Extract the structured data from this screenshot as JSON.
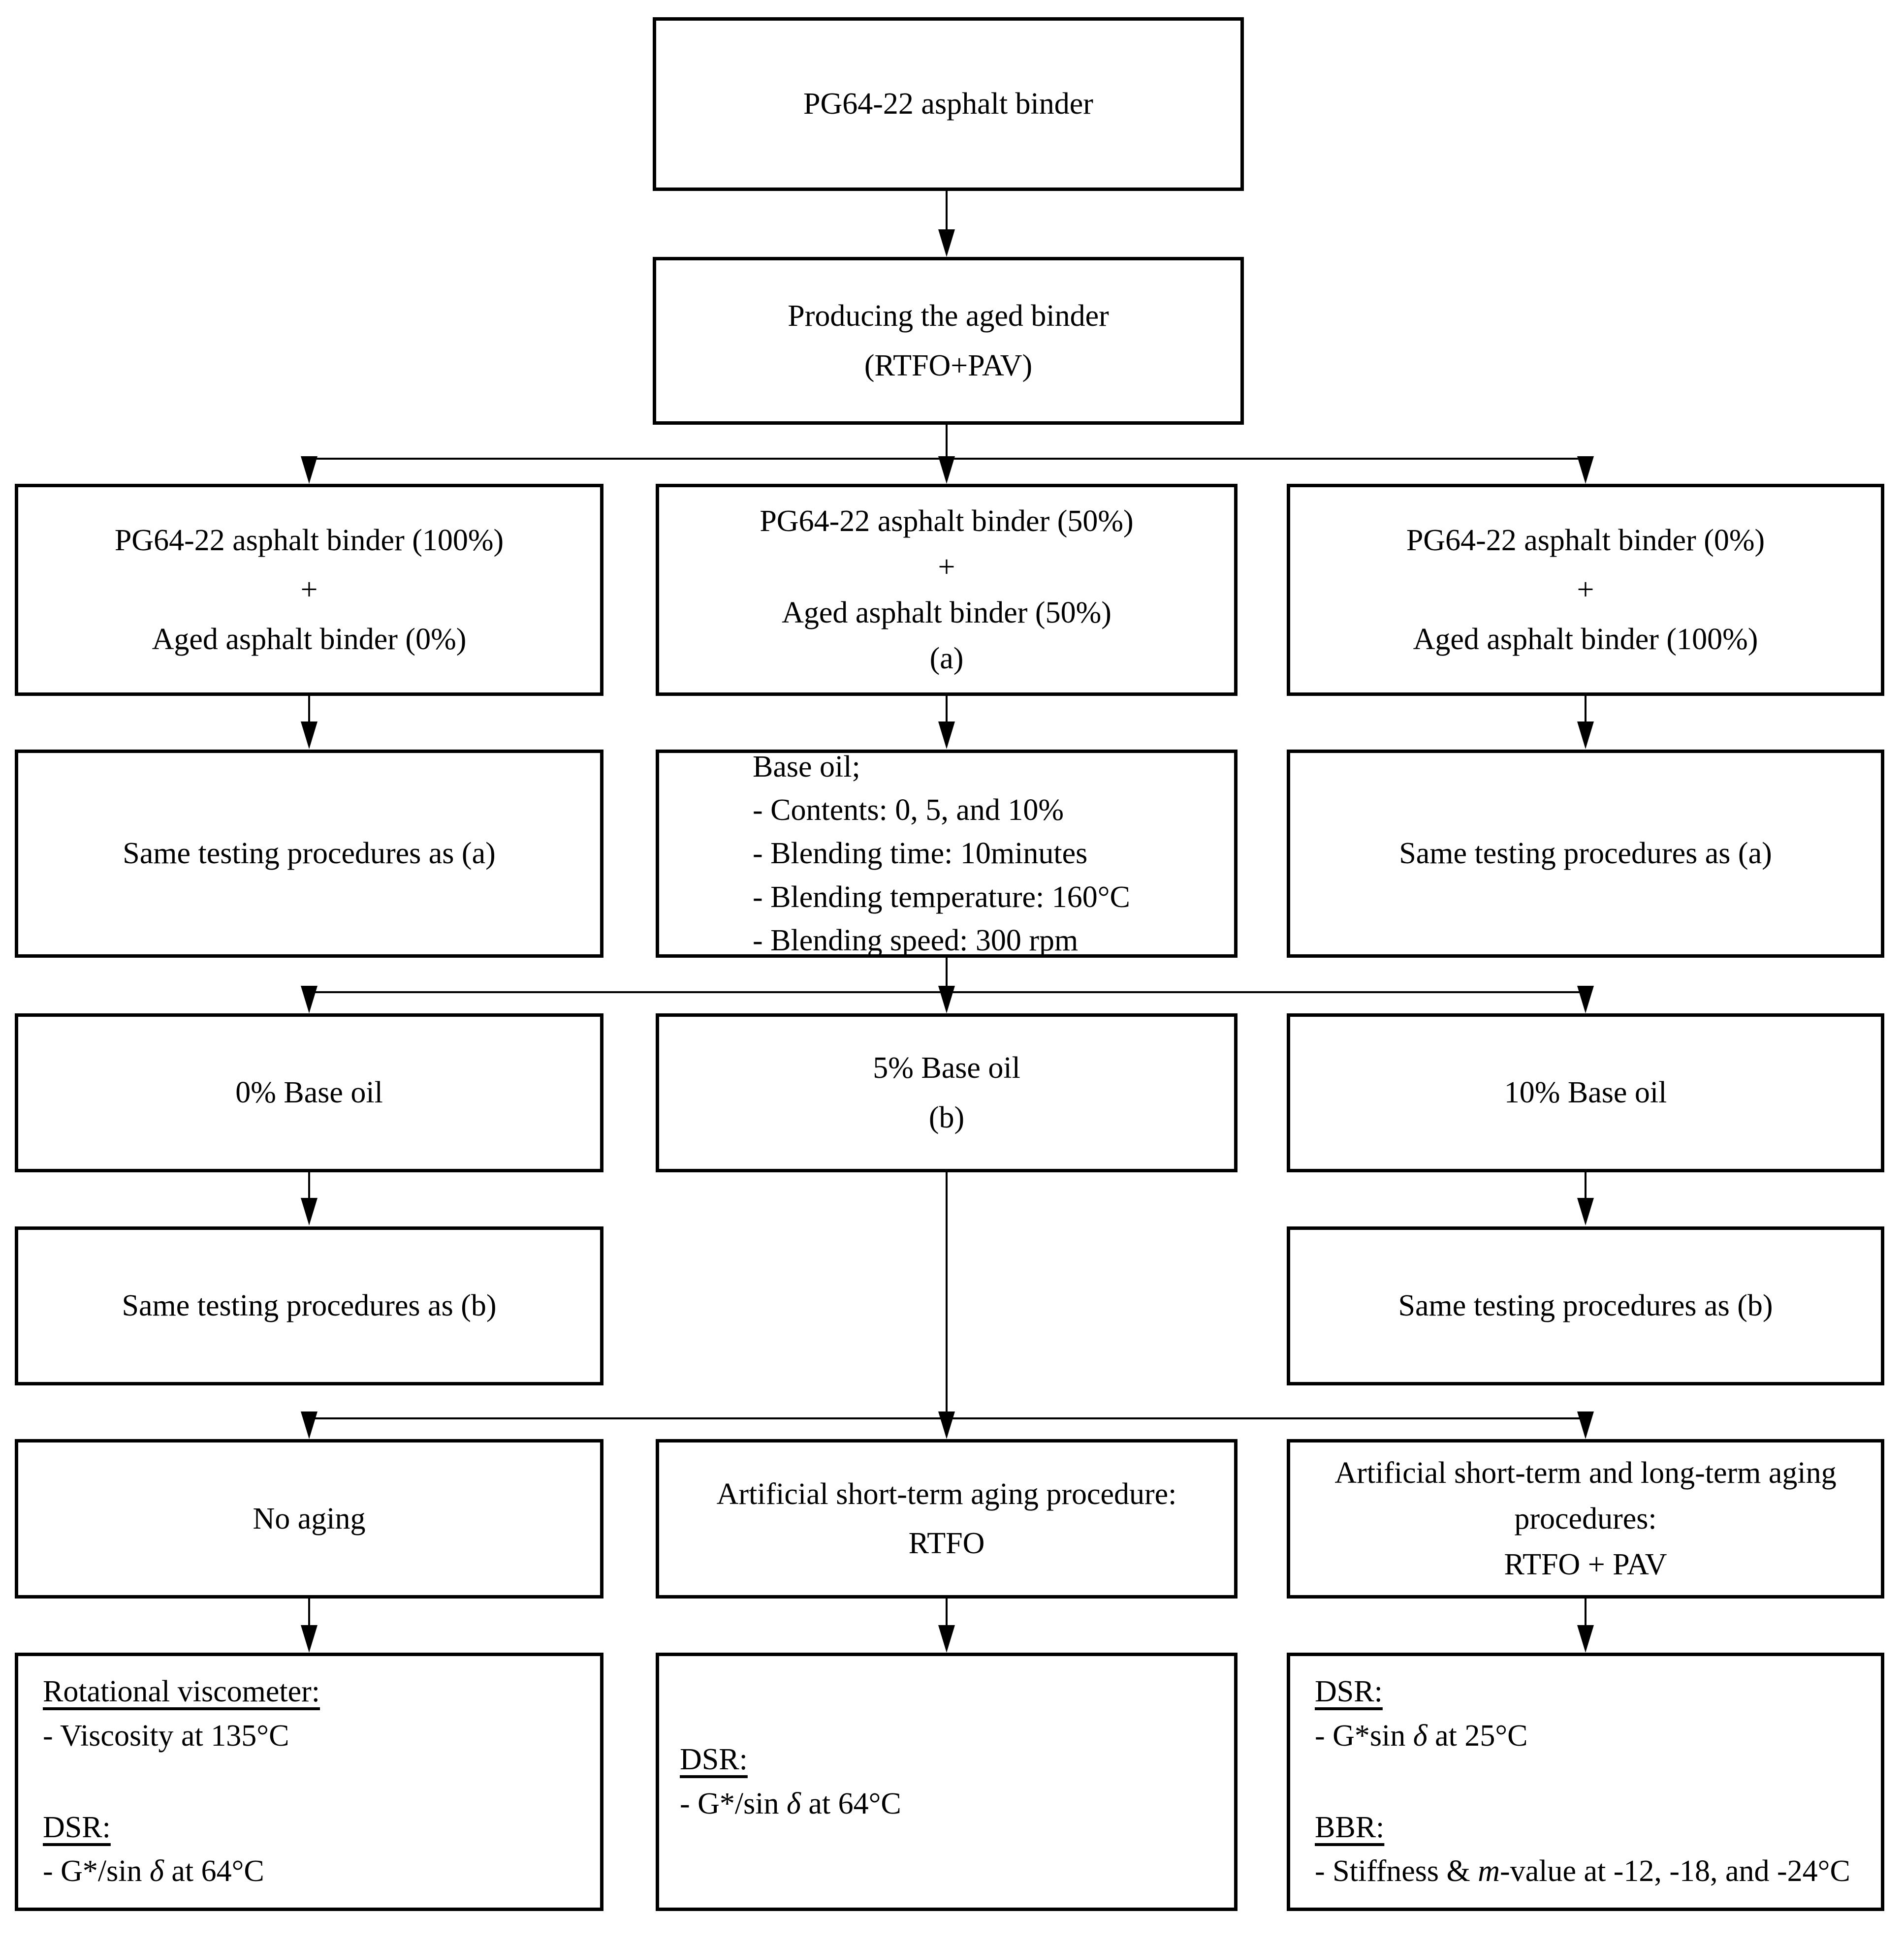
{
  "flowchart": {
    "root": {
      "line1": "PG64-22 asphalt binder"
    },
    "aged_binder": {
      "line1": "Producing the aged binder",
      "line2": "(RTFO+PAV)"
    },
    "blend_100_0": {
      "line1": "PG64-22 asphalt binder (100%)",
      "line2": "+",
      "line3": "Aged asphalt binder (0%)"
    },
    "blend_50_50": {
      "line1": "PG64-22 asphalt binder (50%)",
      "line2": "+",
      "line3": "Aged asphalt binder (50%)",
      "line4": "(a)"
    },
    "blend_0_100": {
      "line1": "PG64-22 asphalt binder (0%)",
      "line2": "+",
      "line3": "Aged asphalt binder (100%)"
    },
    "same_as_a_left": {
      "line1": "Same testing procedures as (a)"
    },
    "base_oil": {
      "title": "Base oil;",
      "items": [
        "- Contents: 0, 5, and 10%",
        "- Blending time: 10minutes",
        "- Blending temperature: 160°C",
        "- Blending speed: 300 rpm"
      ]
    },
    "same_as_a_right": {
      "line1": "Same testing procedures as (a)"
    },
    "oil_0": {
      "line1": "0% Base oil"
    },
    "oil_5": {
      "line1": "5% Base oil",
      "line2": "(b)"
    },
    "oil_10": {
      "line1": "10% Base oil"
    },
    "same_as_b_left": {
      "line1": "Same testing procedures as (b)"
    },
    "same_as_b_right": {
      "line1": "Same testing procedures as (b)"
    },
    "no_aging": {
      "line1": "No aging"
    },
    "rtfo_aging": {
      "line1": "Artificial short-term aging procedure:",
      "line2": "RTFO"
    },
    "rtfo_pav_aging": {
      "line1": "Artificial short-term and long-term aging",
      "line2": "procedures:",
      "line3": "RTFO + PAV"
    },
    "tests_no_aging": {
      "heading1": "Rotational viscometer:",
      "item1": "- Viscosity at 135°C",
      "heading2": "DSR:",
      "item2_pre": "- G*/sin ",
      "item2_delta": "δ",
      "item2_post": " at 64°C"
    },
    "tests_rtfo": {
      "heading1": "DSR:",
      "item1_pre": "- G*/sin ",
      "item1_delta": "δ",
      "item1_post": " at 64°C"
    },
    "tests_rtfo_pav": {
      "heading1": "DSR:",
      "item1_pre": "- G*sin ",
      "item1_delta": "δ",
      "item1_post": " at 25°C",
      "heading2": "BBR:",
      "item2_pre": "- Stiffness & ",
      "item2_m": "m",
      "item2_post": "-value at -12, -18, and -24°C"
    }
  }
}
